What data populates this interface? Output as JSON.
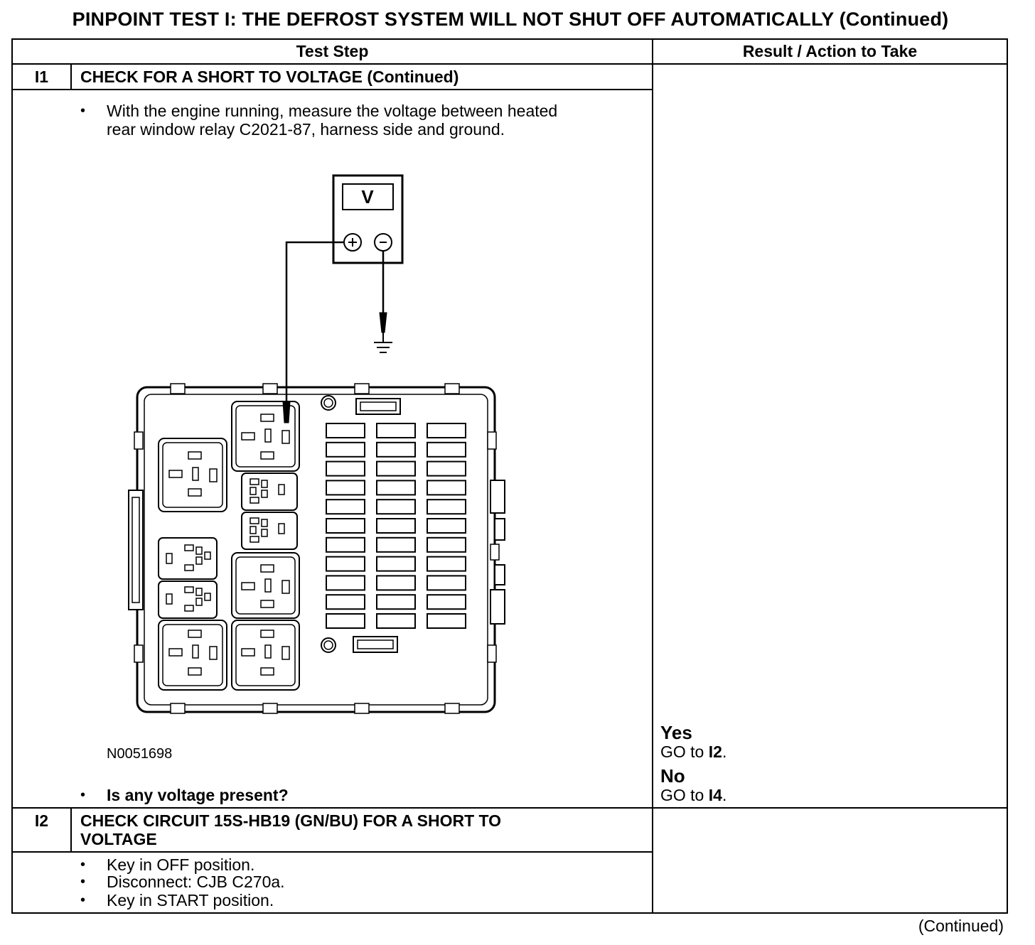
{
  "title": "PINPOINT TEST I: THE DEFROST SYSTEM WILL NOT SHUT OFF AUTOMATICALLY (Continued)",
  "table": {
    "col_test_step": "Test Step",
    "col_result": "Result / Action to Take"
  },
  "steps": [
    {
      "id": "I1",
      "heading": "CHECK FOR A SHORT TO VOLTAGE (Continued)",
      "bullet_1_line_1": "With the engine running, measure the voltage between heated",
      "bullet_1_line_2": "rear window relay C2021-87, harness side and ground.",
      "figure_id": "N0051698",
      "question": "Is any voltage present?",
      "meter_symbol": "V",
      "yes_label": "Yes",
      "yes_action": "GO to ",
      "yes_target": "I2",
      "no_label": "No",
      "no_action": "GO to ",
      "no_target": "I4"
    },
    {
      "id": "I2",
      "heading_line_1": "CHECK CIRCUIT 15S-HB19 (GN/BU) FOR A SHORT TO",
      "heading_line_2": "VOLTAGE",
      "bullets": [
        "Key in OFF position.",
        "Disconnect: CJB C270a.",
        "Key in START position."
      ]
    }
  ],
  "footer": "(Continued)"
}
